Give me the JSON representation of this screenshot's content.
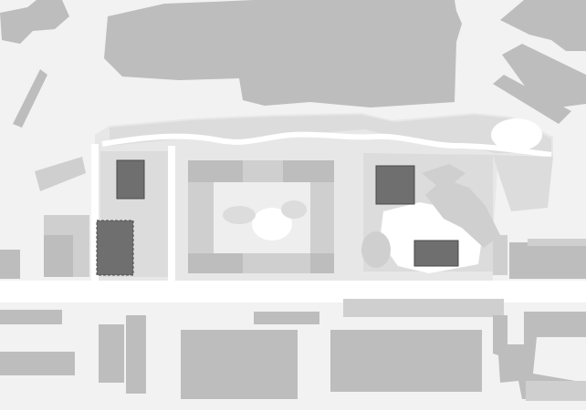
{
  "map": {
    "style": "site-plan",
    "labels": [],
    "colors": {
      "background": "#f2f2f2",
      "existing_building": "#bdbdbd",
      "light_building": "#cfcfcf",
      "highlighted_building": "#6f6f6f",
      "site_ground": "#e7e7e7",
      "green_space": "#dcdcdc",
      "walkway": "#ffffff"
    },
    "features": [
      "existing-buildings",
      "highlighted-buildings",
      "courtyard-block",
      "green-corridor",
      "landscaped-plaza",
      "road-network"
    ]
  }
}
